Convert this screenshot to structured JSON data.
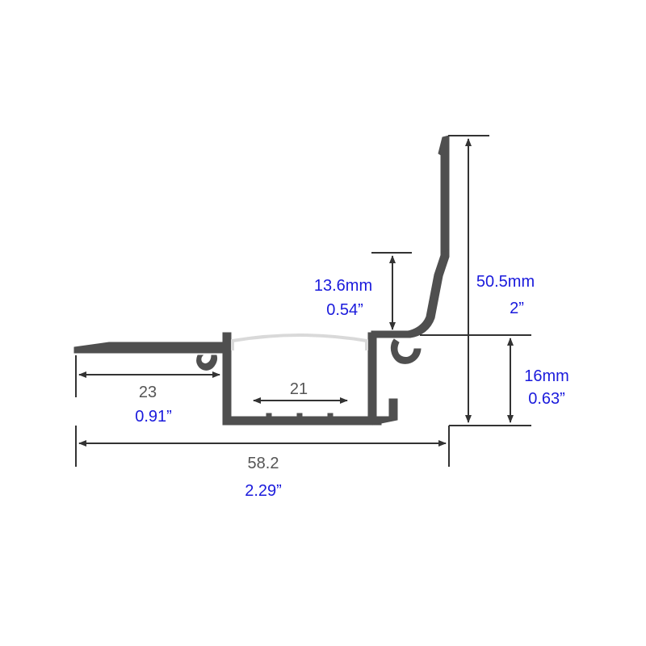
{
  "colors": {
    "profile": "#4f4f4f",
    "dimension_line": "#333333",
    "metric_text": "#555555",
    "imperial_text": "#1a1adc",
    "diffuser": "#d9d9d9"
  },
  "dimensions": {
    "height_total": {
      "mm": "50.5mm",
      "inch": "2”"
    },
    "upper_offset": {
      "mm": "13.6mm",
      "inch": "0.54”"
    },
    "body_height": {
      "mm": "16mm",
      "inch": "0.63”"
    },
    "flange_width": {
      "mm": "23",
      "inch": "0.91”"
    },
    "channel_width": {
      "mm": "21"
    },
    "total_width": {
      "mm": "58.2",
      "inch": "2.29”"
    }
  }
}
